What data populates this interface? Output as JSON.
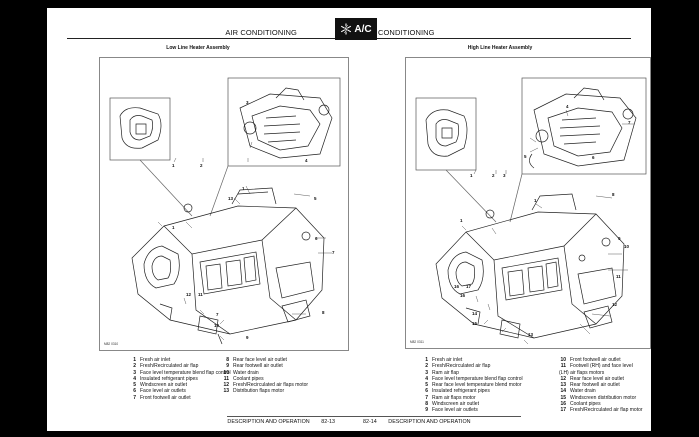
{
  "header": {
    "section": "AIR CONDITIONING",
    "badge": "A/C"
  },
  "left_page": {
    "title": "Low Line Heater Assembly",
    "figure_code": "M82 0310",
    "callouts": [
      "1",
      "2",
      "3",
      "4",
      "1",
      "13",
      "5",
      "1",
      "6",
      "7",
      "12",
      "11",
      "7",
      "8",
      "10",
      "9"
    ],
    "legend": [
      {
        "n": "1",
        "text": "Fresh air inlet"
      },
      {
        "n": "2",
        "text": "Fresh/Recirculated air flap"
      },
      {
        "n": "3",
        "text": "Face level temperature blend flap control"
      },
      {
        "n": "4",
        "text": "Insulated refrigerant pipes"
      },
      {
        "n": "5",
        "text": "Windscreen air outlet"
      },
      {
        "n": "6",
        "text": "Face level air outlets"
      },
      {
        "n": "7",
        "text": "Front footwell air outlet"
      },
      {
        "n": "8",
        "text": "Rear face level air outlet"
      },
      {
        "n": "9",
        "text": "Rear footwell air outlet"
      },
      {
        "n": "10",
        "text": "Water drain"
      },
      {
        "n": "11",
        "text": "Coolant pipes"
      },
      {
        "n": "12",
        "text": "Fresh/Recirculated air flaps motor"
      },
      {
        "n": "13",
        "text": "Distribution flaps motor"
      }
    ],
    "footer_text": "DESCRIPTION AND OPERATION",
    "page_number": "82-13"
  },
  "right_page": {
    "title": "High Line Heater Assembly",
    "figure_code": "M82 0311",
    "callouts": [
      "7",
      "4",
      "5",
      "6",
      "1",
      "2",
      "3",
      "1",
      "8",
      "1",
      "9",
      "10",
      "11",
      "16",
      "17",
      "16",
      "12",
      "14",
      "15",
      "13"
    ],
    "legend": [
      {
        "n": "1",
        "text": "Fresh air inlet"
      },
      {
        "n": "2",
        "text": "Fresh/Recirculated air flap"
      },
      {
        "n": "3",
        "text": "Ram air flap"
      },
      {
        "n": "4",
        "text": "Face level temperature blend flap control"
      },
      {
        "n": "5",
        "text": "Rear face level temperature blend motor"
      },
      {
        "n": "6",
        "text": "Insulated refrigerant pipes"
      },
      {
        "n": "7",
        "text": "Ram air flaps motor"
      },
      {
        "n": "8",
        "text": "Windscreen air outlet"
      },
      {
        "n": "9",
        "text": "Face level air outlets"
      },
      {
        "n": "10",
        "text": "Front footwell air outlet"
      },
      {
        "n": "11",
        "text": "Footwell (RH) and face level (LH) air flaps motors"
      },
      {
        "n": "12",
        "text": "Rear face level air outlet"
      },
      {
        "n": "13",
        "text": "Rear footwell air outlet"
      },
      {
        "n": "14",
        "text": "Water drain"
      },
      {
        "n": "15",
        "text": "Windscreen distribution motor"
      },
      {
        "n": "16",
        "text": "Coolant pipes"
      },
      {
        "n": "17",
        "text": "Fresh/Recirculated air flap motor"
      }
    ],
    "footer_text": "DESCRIPTION AND OPERATION",
    "page_number": "82-14"
  }
}
